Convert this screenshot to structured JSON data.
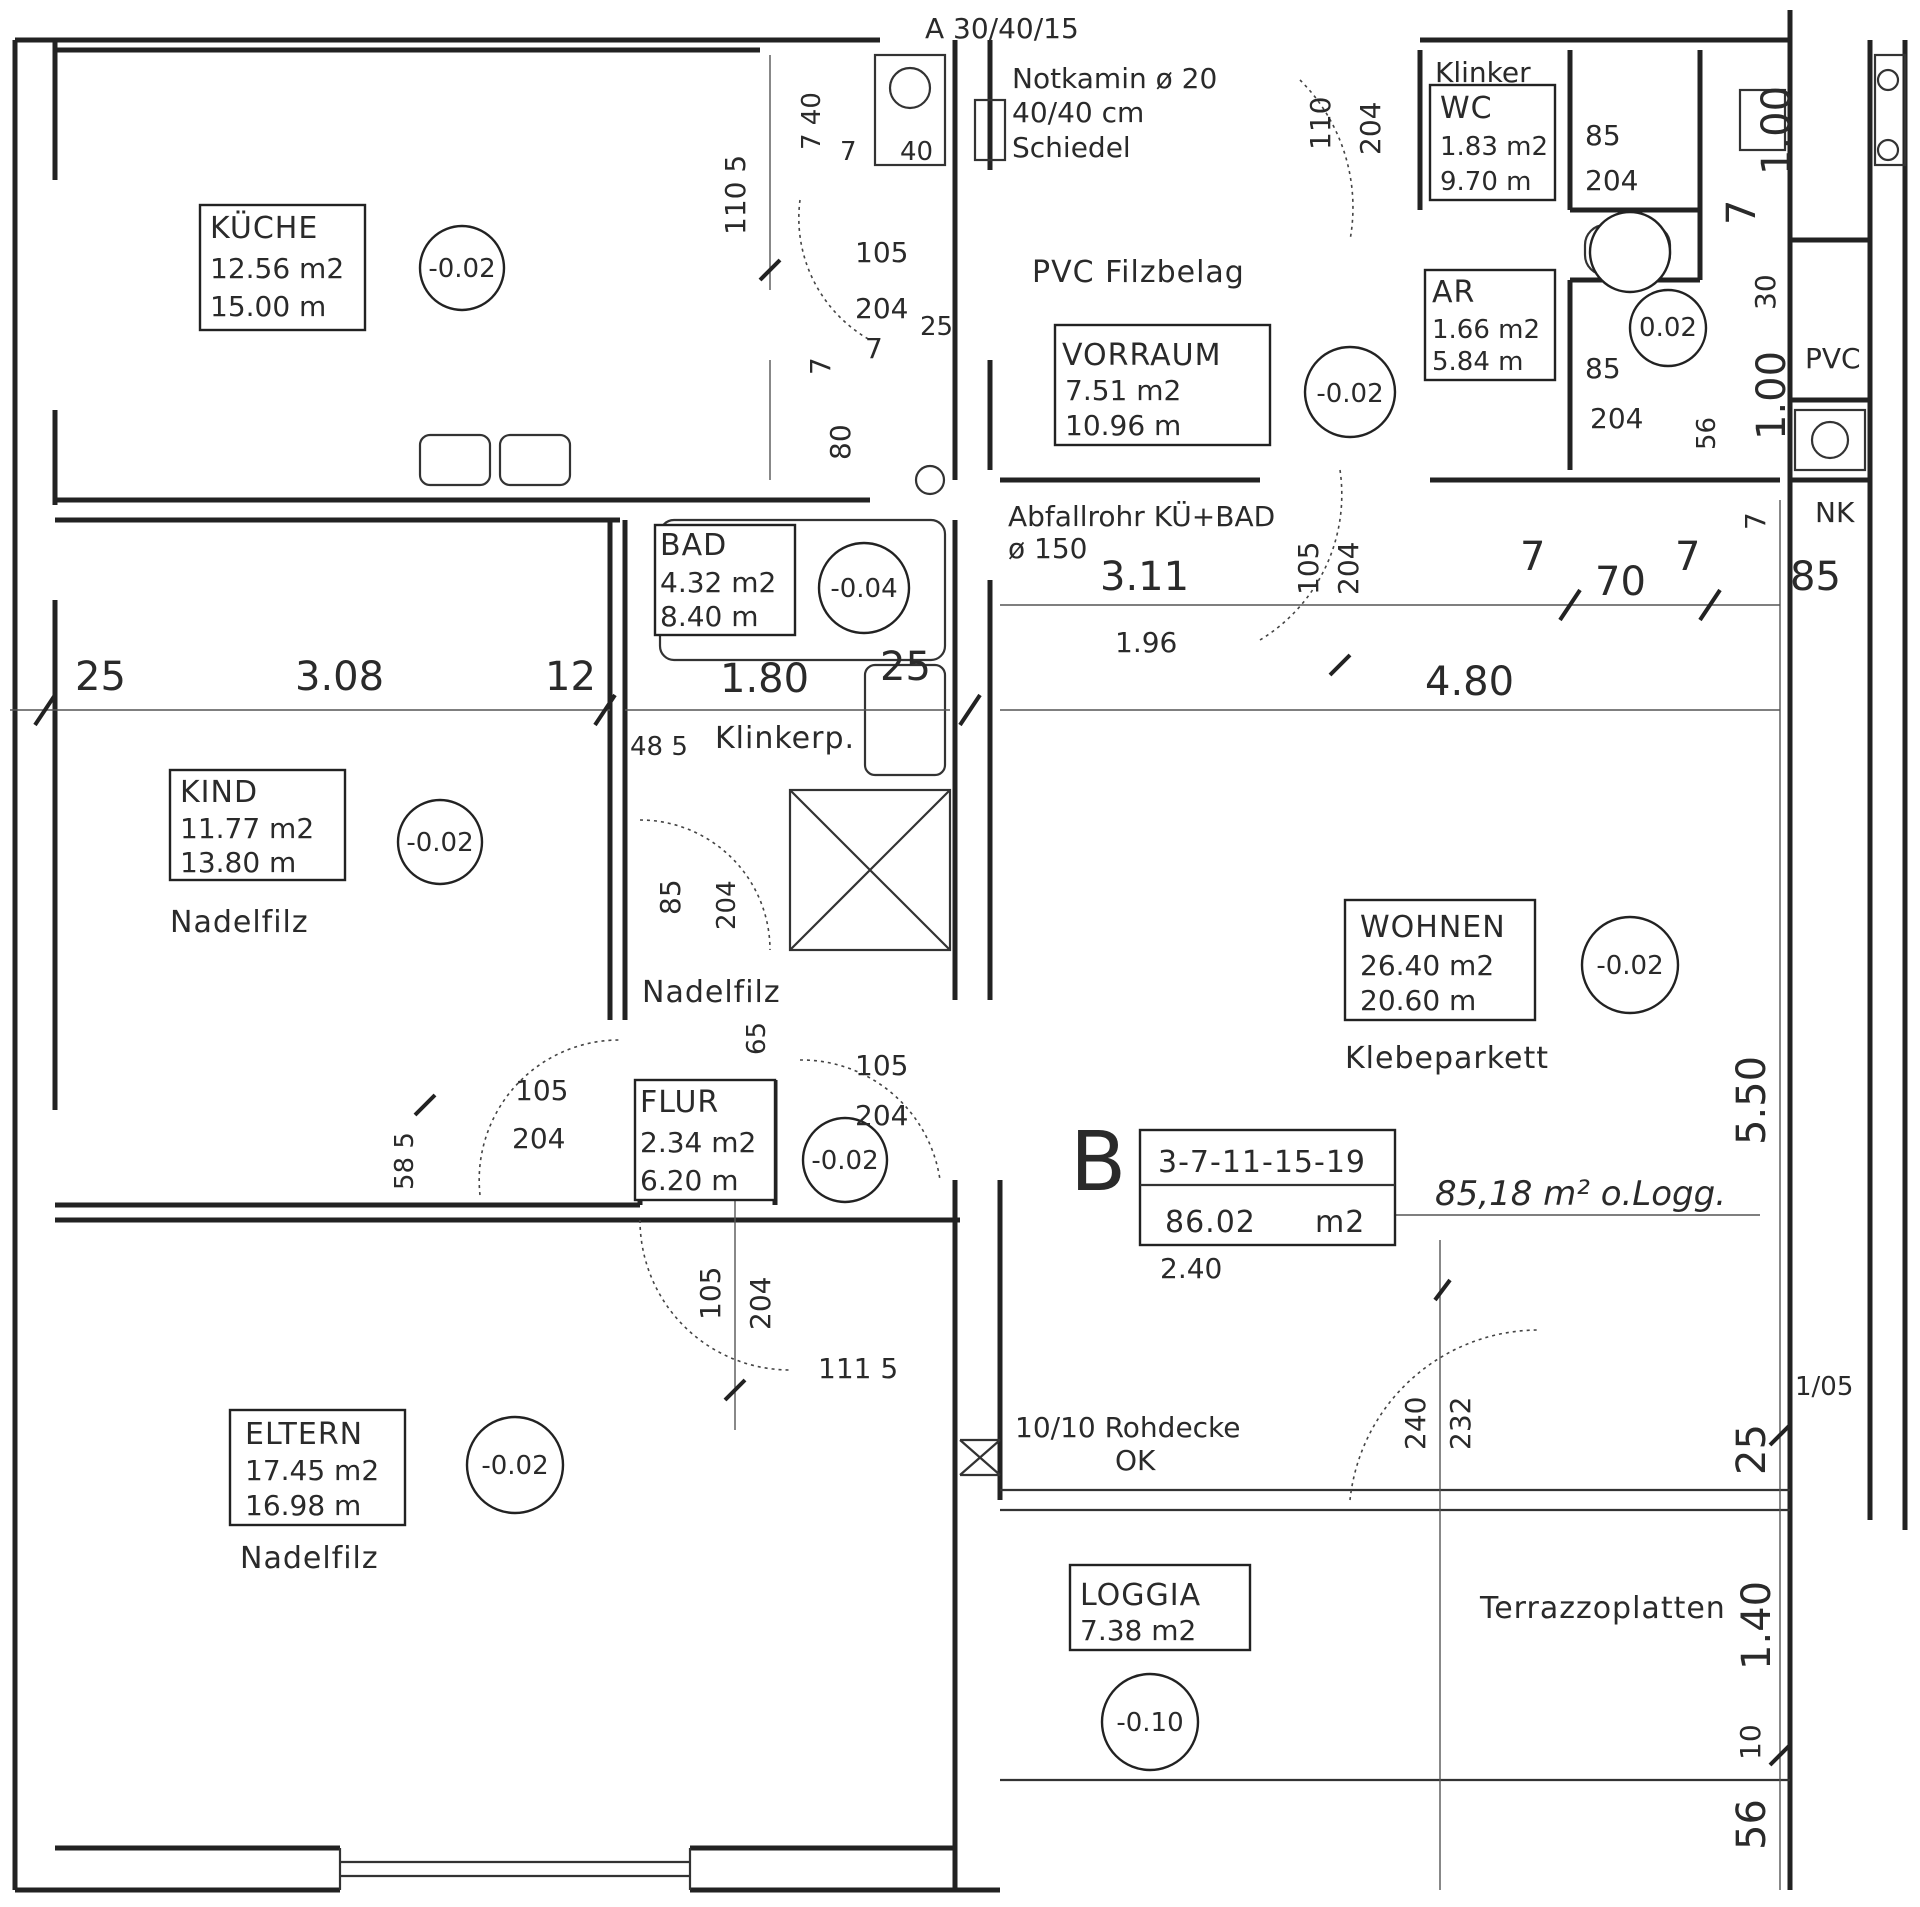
{
  "rooms": {
    "kueche": {
      "name": "KÜCHE",
      "area": "12.56 m2",
      "perimeter": "15.00 m",
      "level": "-0.02"
    },
    "vorraum": {
      "name": "VORRAUM",
      "area": "7.51 m2",
      "perimeter": "10.96 m",
      "level": "-0.02"
    },
    "wc": {
      "name": "WC",
      "area": "1.83 m2",
      "perimeter": "9.70 m"
    },
    "ar": {
      "name": "AR",
      "area": "1.66 m2",
      "perimeter": "5.84 m",
      "level": "0.02"
    },
    "bad": {
      "name": "BAD",
      "area": "4.32 m2",
      "perimeter": "8.40 m",
      "level": "-0.04"
    },
    "kind": {
      "name": "KIND",
      "area": "11.77 m2",
      "perimeter": "13.80 m",
      "level": "-0.02",
      "floor": "Nadelfilz"
    },
    "flur": {
      "name": "FLUR",
      "area": "2.34 m2",
      "perimeter": "6.20 m",
      "level": "-0.02",
      "floor": "Nadelfilz"
    },
    "eltern": {
      "name": "ELTERN",
      "area": "17.45 m2",
      "perimeter": "16.98 m",
      "level": "-0.02",
      "floor": "Nadelfilz"
    },
    "wohnen": {
      "name": "WOHNEN",
      "area": "26.40 m2",
      "perimeter": "20.60 m",
      "level": "-0.02",
      "floor": "Klebeparkett"
    },
    "loggia": {
      "name": "LOGGIA",
      "area": "7.38 m2",
      "level": "-0.10",
      "floor": "Terrazzoplatten"
    }
  },
  "unit": {
    "letter": "B",
    "tops": "3-7-11-15-19",
    "area": "86.02",
    "unit_label": "m2",
    "below": "2.40",
    "handwritten": "85,18 m² o.Logg."
  },
  "notes": {
    "top_ref": "A 30/40/15",
    "notkamin_1": "Notkamin ø 20",
    "notkamin_2": "40/40 cm",
    "notkamin_3": "Schiedel",
    "pvc_filz": "PVC  Filzbelag",
    "klinker": "Klinker",
    "klinkerp": "Klinkerp.",
    "abfall_1": "Abfallrohr  KÜ+BAD",
    "abfall_2": "ø 150",
    "pvc": "PVC",
    "nk": "NK",
    "rohdecke": "10/10 Rohdecke",
    "ok": "OK"
  },
  "dims": {
    "d25a": "25",
    "d308": "3.08",
    "d12": "12",
    "d180": "1.80",
    "d25b": "25",
    "d311": "3.11",
    "d196": "1.96",
    "d480": "4.80",
    "d7a": "7",
    "d70": "70",
    "d7b": "7",
    "d85a": "85",
    "d105a": "105",
    "d204a": "204",
    "d7c": "7",
    "d25c": "25",
    "d1105": "110 5",
    "d740": "7 40",
    "d7_40": "7",
    "d40": "40",
    "d7d": "7",
    "d80": "80",
    "d110": "110",
    "d204b": "204",
    "d85b": "85",
    "d204c": "204",
    "d85c": "85",
    "d204d": "204",
    "d7e": "7",
    "d100a": "1.00",
    "d30": "30",
    "d100b": "1.00",
    "d56a": "56",
    "d7f": "7",
    "d48": "48",
    "d48b": "48 5",
    "d105b": "105",
    "d204e": "204",
    "d85d": "85",
    "d204f": "204",
    "d65": "65",
    "d105c": "105",
    "d204g": "204",
    "d105d": "105",
    "d204h": "204",
    "d585": "58 5",
    "d105e": "105",
    "d204i": "204",
    "d1115": "111 5",
    "d550": "5.50",
    "d105f": "1/05",
    "d240": "240",
    "d232": "232",
    "d25d": "25",
    "d140": "1.40",
    "d10": "10",
    "d56b": "56"
  }
}
